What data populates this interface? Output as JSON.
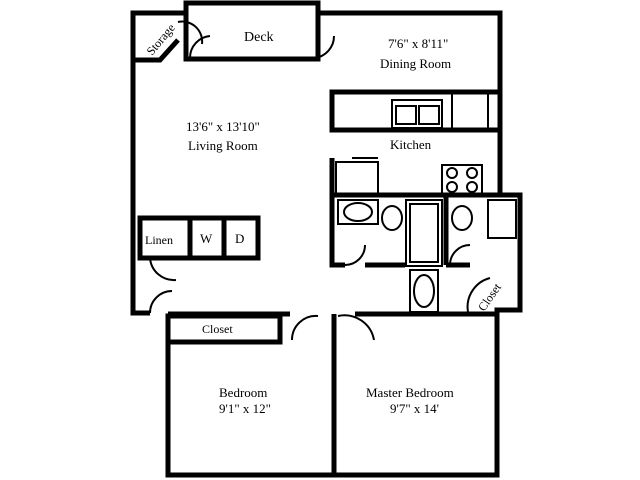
{
  "rooms": {
    "storage": "Storage",
    "deck": "Deck",
    "dining_dims": "7'6\" x 8'11\"",
    "dining_name": "Dining Room",
    "living_dims": "13'6\" x 13'10\"",
    "living_name": "Living Room",
    "kitchen": "Kitchen",
    "linen": "Linen",
    "washer": "W",
    "dryer": "D",
    "closet_bedroom": "Closet",
    "closet_bath": "Closet",
    "bedroom_name": "Bedroom",
    "bedroom_dims": "9'1\" x 12\"",
    "master_name": "Master Bedroom",
    "master_dims": "9'7\" x 14'"
  }
}
